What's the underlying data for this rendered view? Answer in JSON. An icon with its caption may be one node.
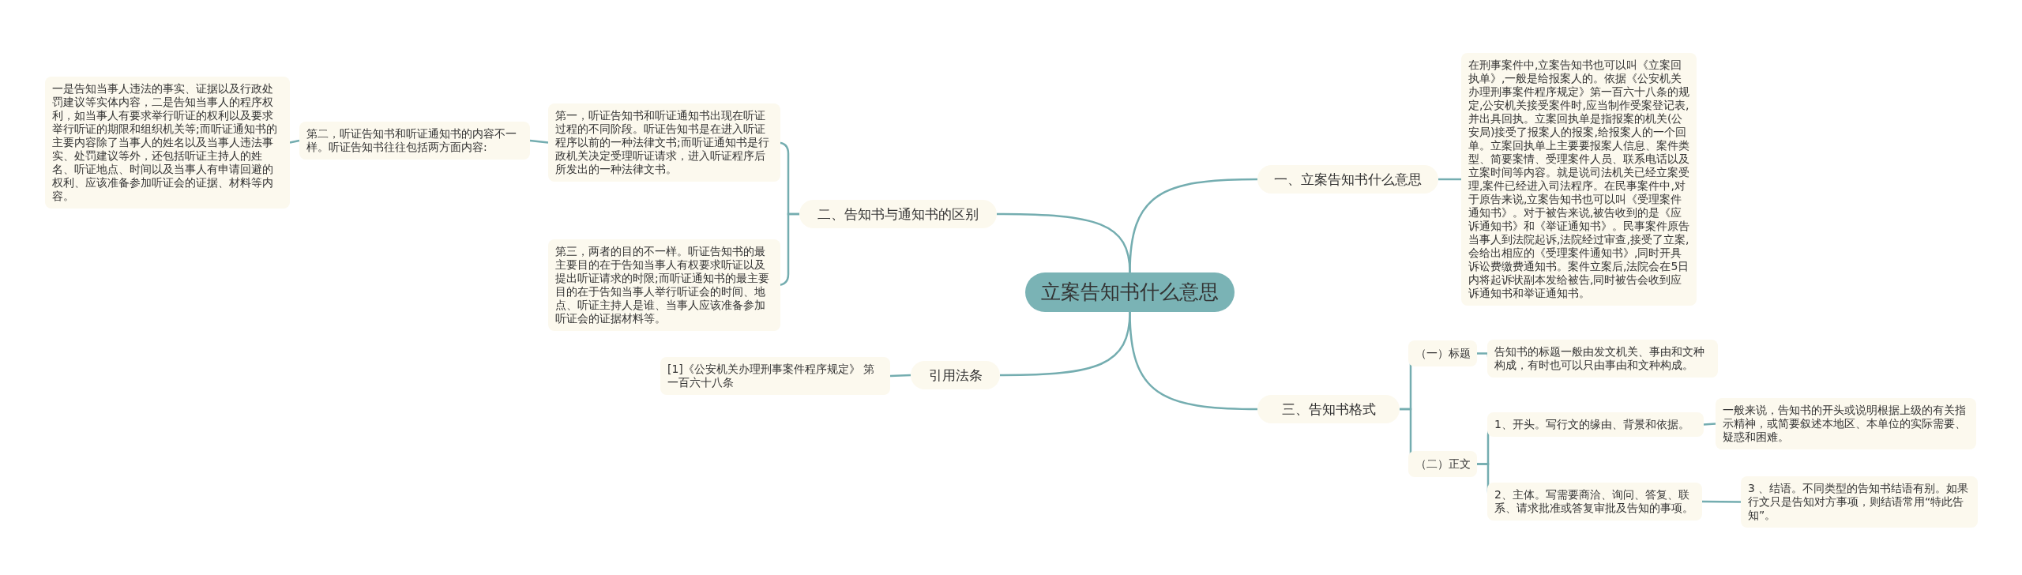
{
  "diagram": {
    "nodes": [
      {
        "text": [
          "立案告知书什么意思"
        ]
      },
      {
        "text": [
          "一、立案告知书什么意思"
        ]
      },
      {
        "text": [
          "在刑事案件中,立案告知书也可以叫《立案回执单》,一般是给报案人的。依据《公安机关办理刑事案件程序规定》第一百六十八条的规定,公安机关接受案件时,应当制作受案登记表,并出具回执。立案回执单是指报案的机关(公安局)接受了报案人的报案,给报案人的一个回单。立案回执单上主要要报案人信息、案件类型、简要案情、受理案件人员、联系电话以及立案时间等内容。就是说司法机关已经立案受理,案件已经进入司法程序。在民事案件中,对于原告来说,立案告知书也可以叫《受理案件通知书》。对于被告来说,被告收到的是《应诉通知书》和《举证通知书》。民事案件原告当事人到法院起诉,法院经过审查,接受了立案,会给出相应的《受理案件通知书》,同时开具诉讼费缴费通知书。案件立案后,法院会在5日内将起诉状副本发给被告,同时被告会收到应诉通知书和举证通知书。"
        ]
      },
      {
        "text": [
          "三、告知书格式"
        ]
      },
      {
        "text": [
          "（一）标题"
        ]
      },
      {
        "text": [
          "告知书的标题一般由发文机关、事由和文种构成，有时也可以只由事由和文种构成。"
        ]
      },
      {
        "text": [
          "（二）正文"
        ]
      },
      {
        "text": [
          "1、开头。写行文的缘由、背景和依据。"
        ]
      },
      {
        "text": [
          "一般来说，告知书的开头或说明根据上级的有关指示精神，或简要叙述本地区、本单位的实际需要、疑惑和困难。"
        ]
      },
      {
        "text": [
          "2、主体。写需要商洽、询问、答复、联系、请求批准或答复审批及告知的事项。"
        ]
      },
      {
        "text": [
          "3 、结语。不同类型的告知书结语有别。如果行文只是告知对方事项，则结语常用“特此告知”。"
        ]
      },
      {
        "text": [
          "二、告知书与通知书的区别"
        ]
      },
      {
        "text": [
          "第一，听证告知书和听证通知书出现在听证过程的不同阶段。听证告知书是在进入听证程序以前的一种法律文书;而听证通知书是行政机关决定受理听证请求，进入听证程序后所发出的一种法律文书。"
        ]
      },
      {
        "text": [
          "第二，听证告知书和听证通知书的内容不一样。听证告知书往往包括两方面内容:"
        ]
      },
      {
        "text": [
          "一是告知当事人违法的事实、证据以及行政处罚建议等实体内容，二是告知当事人的程序权利，如当事人有要求举行听证的权利以及要求举行听证的期限和组织机关等;而听证通知书的主要内容除了当事人的姓名以及当事人违法事实、处罚建议等外，还包括听证主持人的姓名、听证地点、时间以及当事人有申请回避的权利、应该准备参加听证会的证据、材料等内容。"
        ]
      },
      {
        "text": [
          "第三，两者的目的不一样。听证告知书的最主要目的在于告知当事人有权要求听证以及提出听证请求的时限;而听证通知书的最主要目的在于告知当事人举行听证会的时间、地点、听证主持人是谁、当事人应该准备参加听证会的证据材料等。"
        ]
      },
      {
        "text": [
          "引用法条"
        ]
      },
      {
        "text": [
          "[1]《公安机关办理刑事案件程序规定》 第一百六十八条"
        ]
      }
    ],
    "edges": [
      {
        "from": 0,
        "to": 1,
        "arrow": "none"
      },
      {
        "from": 1,
        "to": 2,
        "arrow": "none"
      },
      {
        "from": 0,
        "to": 3,
        "arrow": "none"
      },
      {
        "from": 3,
        "to": 4,
        "arrow": "none"
      },
      {
        "from": 4,
        "to": 5,
        "arrow": "none"
      },
      {
        "from": 3,
        "to": 6,
        "arrow": "none"
      },
      {
        "from": 6,
        "to": 7,
        "arrow": "none"
      },
      {
        "from": 7,
        "to": 8,
        "arrow": "none"
      },
      {
        "from": 6,
        "to": 9,
        "arrow": "none"
      },
      {
        "from": 9,
        "to": 10,
        "arrow": "none"
      },
      {
        "from": 0,
        "to": 11,
        "arrow": "none"
      },
      {
        "from": 11,
        "to": 12,
        "arrow": "none"
      },
      {
        "from": 12,
        "to": 13,
        "arrow": "none"
      },
      {
        "from": 13,
        "to": 14,
        "arrow": "none"
      },
      {
        "from": 11,
        "to": 15,
        "arrow": "none"
      },
      {
        "from": 0,
        "to": 16,
        "arrow": "none"
      },
      {
        "from": 16,
        "to": 17,
        "arrow": "none"
      }
    ]
  }
}
